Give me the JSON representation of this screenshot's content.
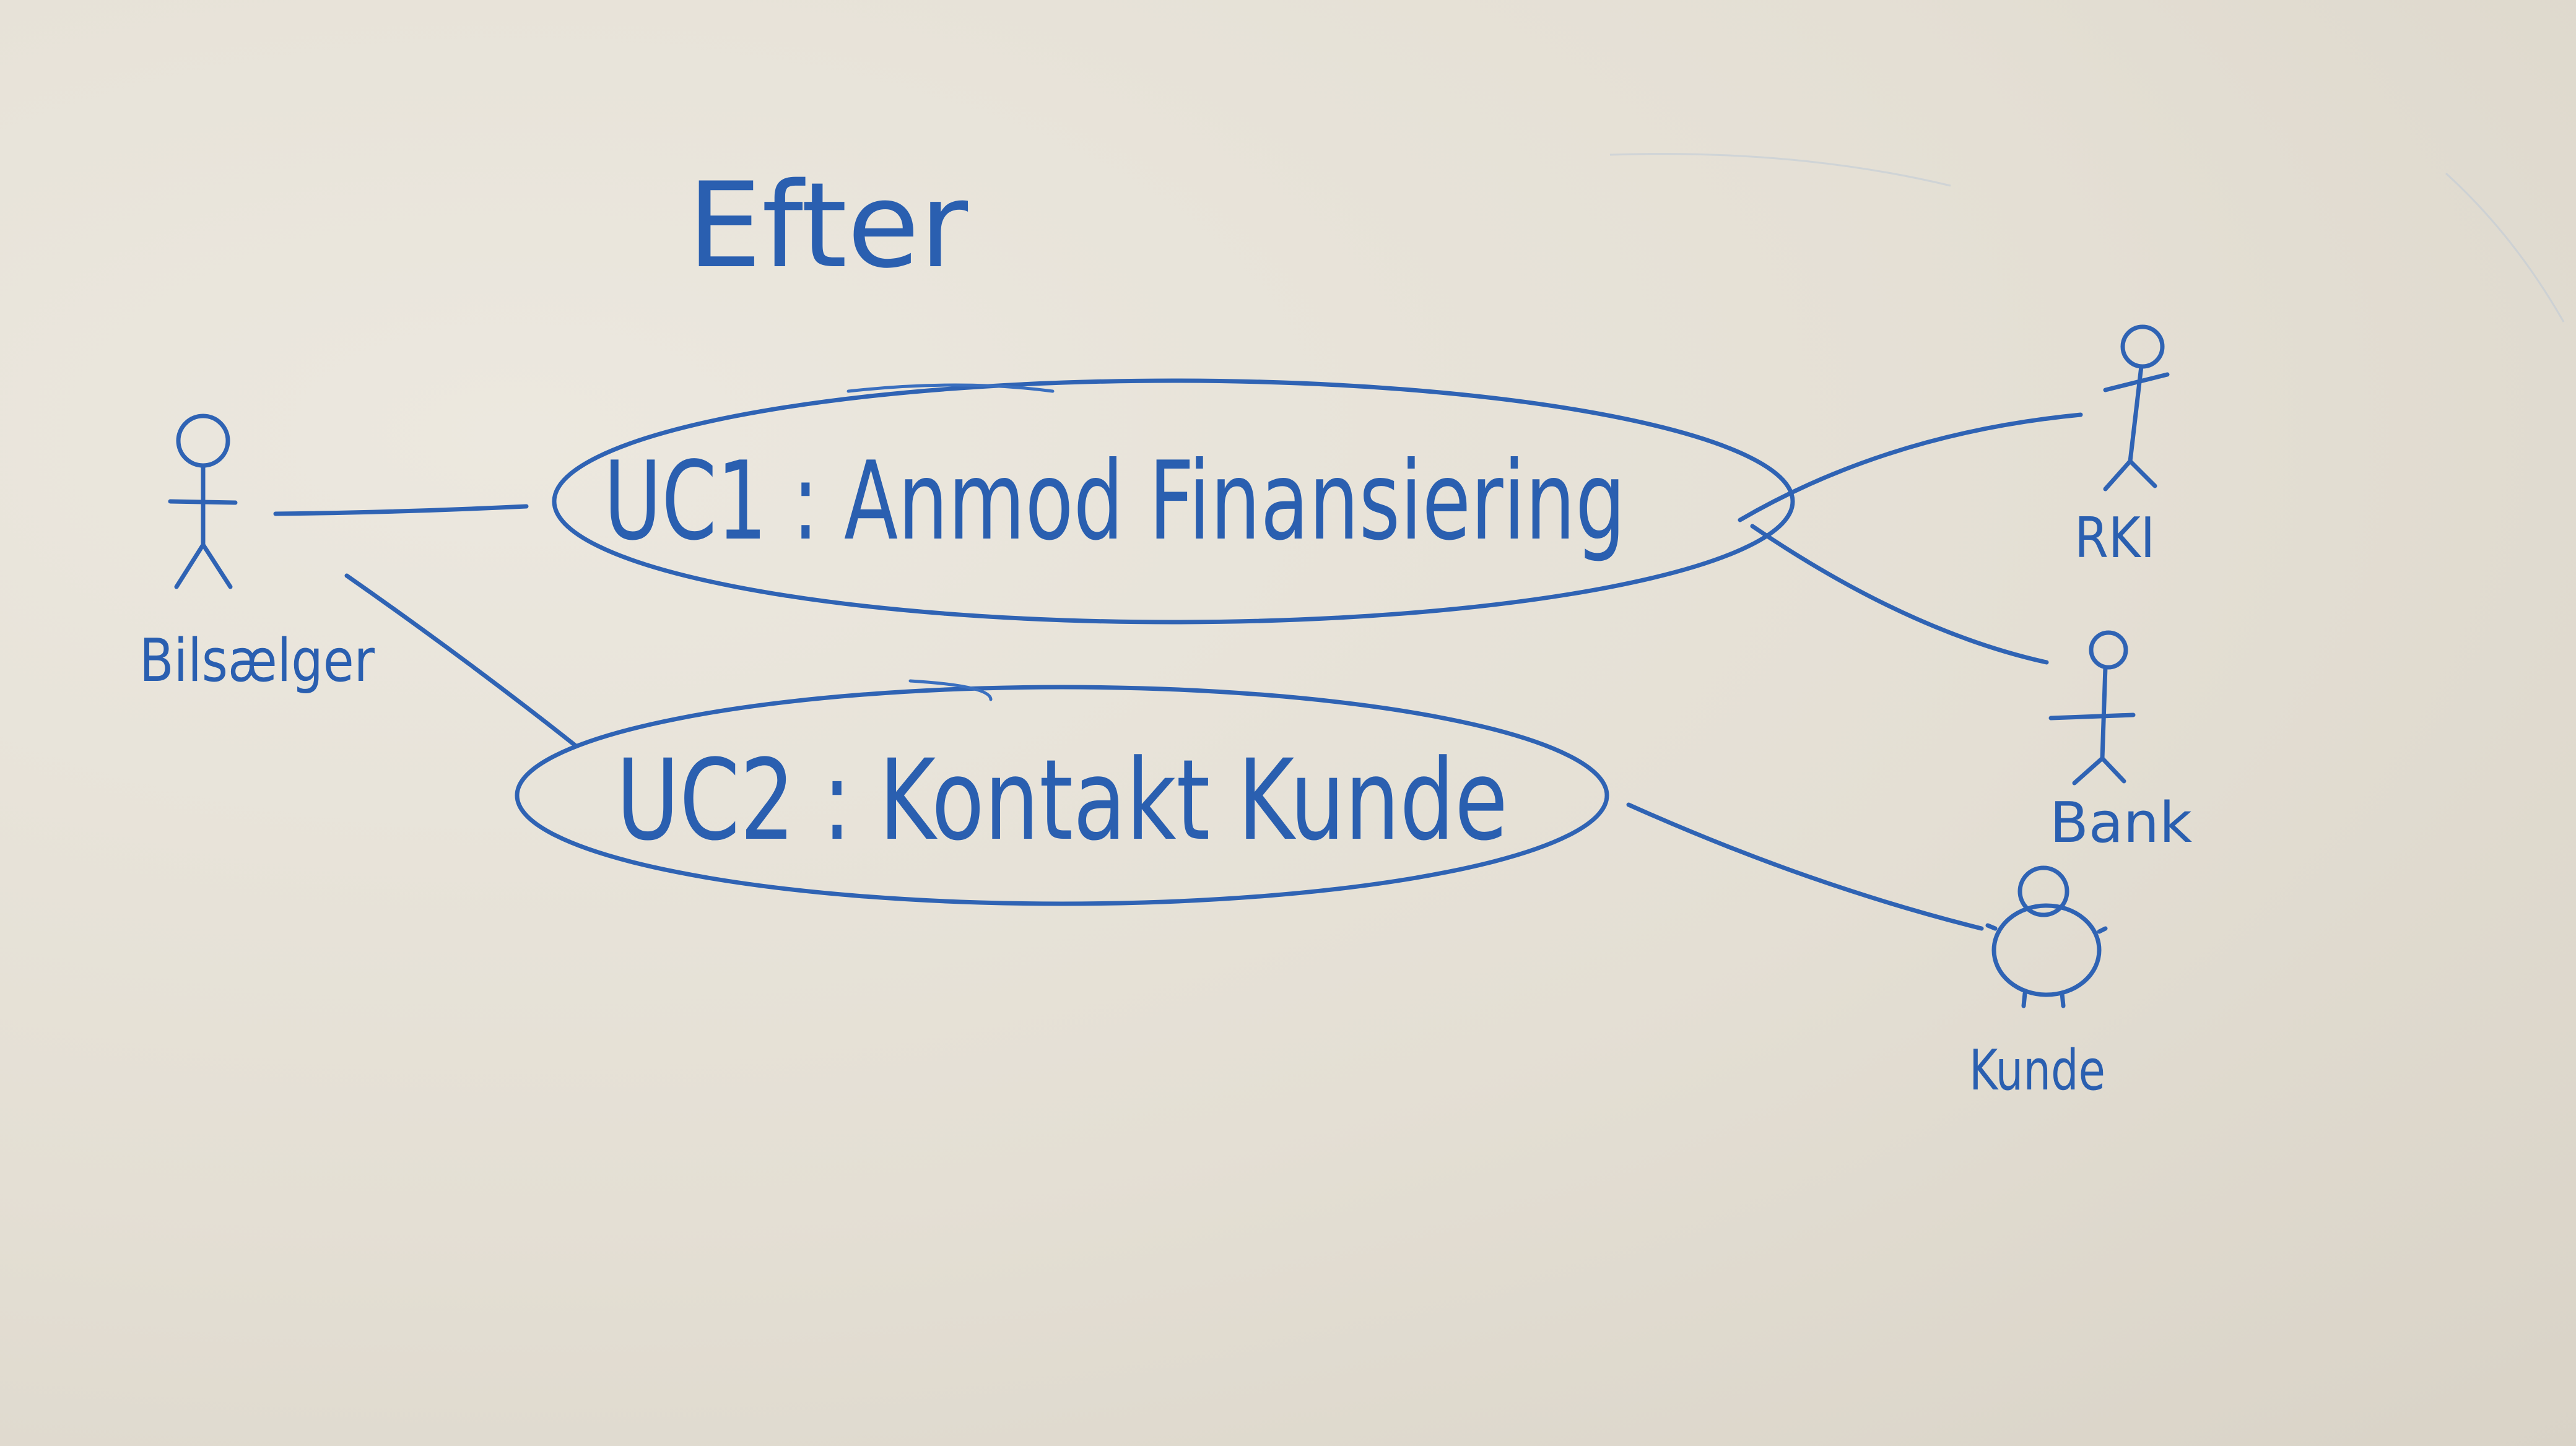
{
  "diagram": {
    "heading": "Efter",
    "use_cases": [
      {
        "id": "uc1",
        "label": "UC1 : Anmod Finansiering"
      },
      {
        "id": "uc2",
        "label": "UC2 : Kontakt Kunde"
      }
    ],
    "actors": [
      {
        "id": "bilsaelger",
        "label": "Bilsælger"
      },
      {
        "id": "rki",
        "label": "RKI"
      },
      {
        "id": "bank",
        "label": "Bank"
      },
      {
        "id": "kunde",
        "label": "Kunde"
      }
    ],
    "associations": [
      {
        "from": "bilsaelger",
        "to": "uc1"
      },
      {
        "from": "bilsaelger",
        "to": "uc2"
      },
      {
        "from": "uc1",
        "to": "rki"
      },
      {
        "from": "uc1",
        "to": "bank"
      },
      {
        "from": "uc2",
        "to": "kunde"
      }
    ],
    "ink_color": "#2f63b4",
    "board_color": "#e6e1d6"
  }
}
